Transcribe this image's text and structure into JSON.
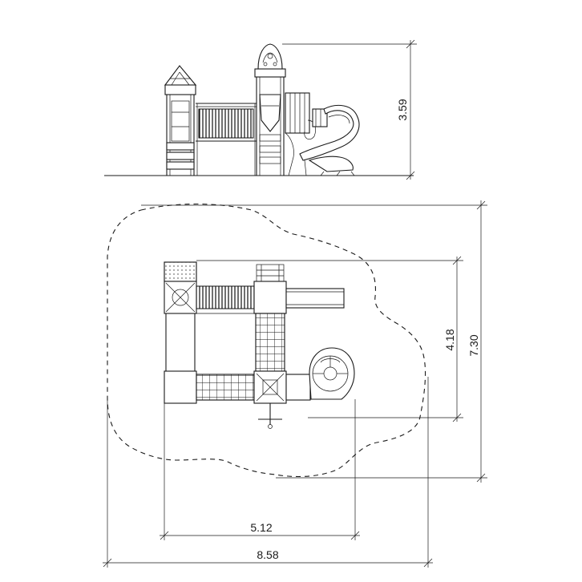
{
  "dimensions": {
    "elevation_height": "3.59",
    "plan_depth_inner": "4.18",
    "plan_depth_outer": "7.30",
    "plan_width_inner": "5.12",
    "plan_width_outer": "8.58"
  }
}
